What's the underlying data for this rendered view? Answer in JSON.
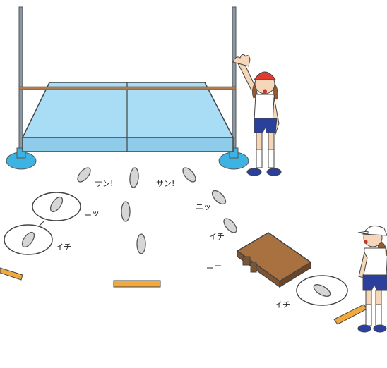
{
  "labels": {
    "san_left": "サン!",
    "san_right": "サン!",
    "ni_left": "ニッ",
    "ichi_left": "イチ",
    "ni_right": "ニッ",
    "ichi_right": "イチ",
    "nii": "ニー",
    "ichi_bottom": "イチ"
  },
  "colors": {
    "mat_top": "#a9ddf5",
    "mat_side": "#8fcce9",
    "pole": "#8a98a6",
    "pole_base": "#3db3e3",
    "bar": "#b07a4a",
    "board": "#f2a93b",
    "step_box": "#a8713f",
    "footprint": "#d6d6d6",
    "shirt": "#ffffff",
    "shorts": "#2b3f9c",
    "cap_red": "#e23a2f",
    "hair": "#9a5a2b"
  }
}
